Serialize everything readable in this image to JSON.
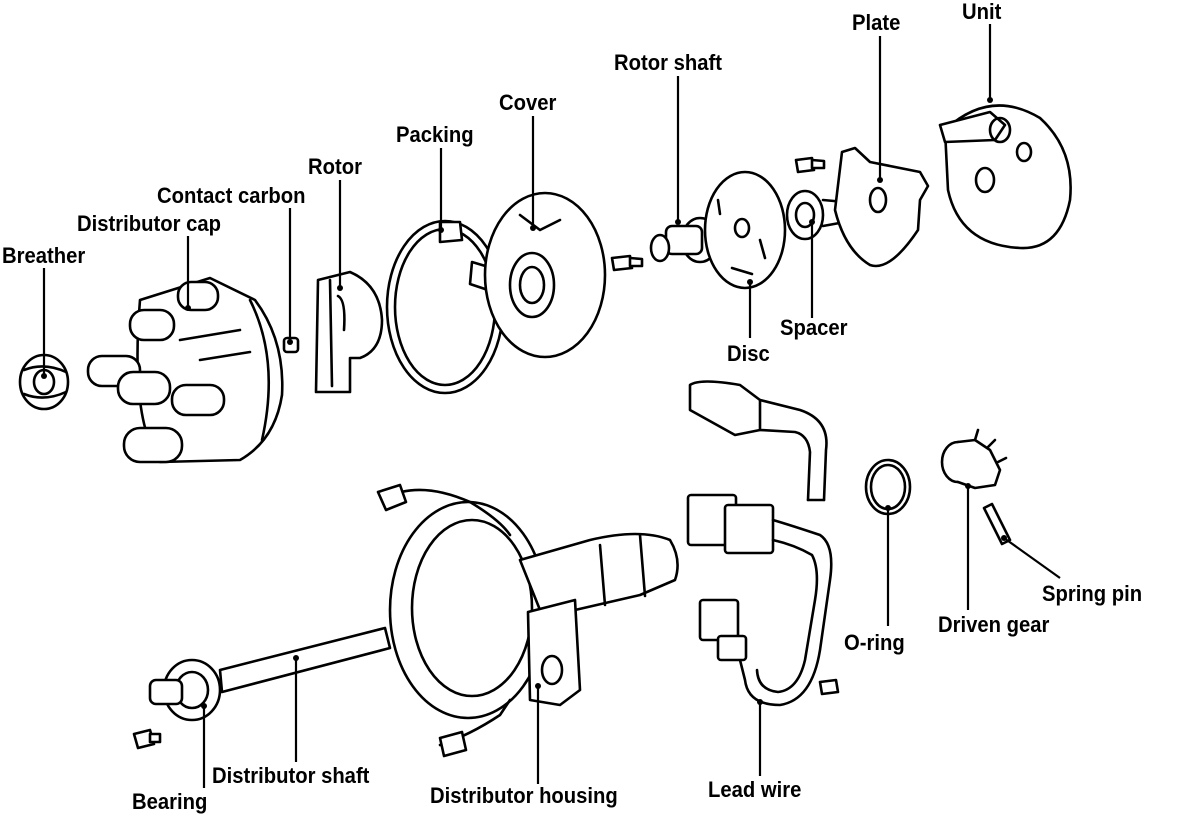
{
  "diagram": {
    "labels": [
      {
        "id": "unit",
        "text": "Unit"
      },
      {
        "id": "plate",
        "text": "Plate"
      },
      {
        "id": "rotor-shaft",
        "text": "Rotor shaft"
      },
      {
        "id": "cover",
        "text": "Cover"
      },
      {
        "id": "packing",
        "text": "Packing"
      },
      {
        "id": "rotor",
        "text": "Rotor"
      },
      {
        "id": "contact-carbon",
        "text": "Contact carbon"
      },
      {
        "id": "distributor-cap",
        "text": "Distributor cap"
      },
      {
        "id": "breather",
        "text": "Breather"
      },
      {
        "id": "spacer",
        "text": "Spacer"
      },
      {
        "id": "disc",
        "text": "Disc"
      },
      {
        "id": "spring-pin",
        "text": "Spring pin"
      },
      {
        "id": "driven-gear",
        "text": "Driven gear"
      },
      {
        "id": "o-ring",
        "text": "O-ring"
      },
      {
        "id": "distributor-shaft",
        "text": "Distributor shaft"
      },
      {
        "id": "bearing",
        "text": "Bearing"
      },
      {
        "id": "distributor-housing",
        "text": "Distributor housing"
      },
      {
        "id": "lead-wire",
        "text": "Lead wire"
      }
    ]
  }
}
